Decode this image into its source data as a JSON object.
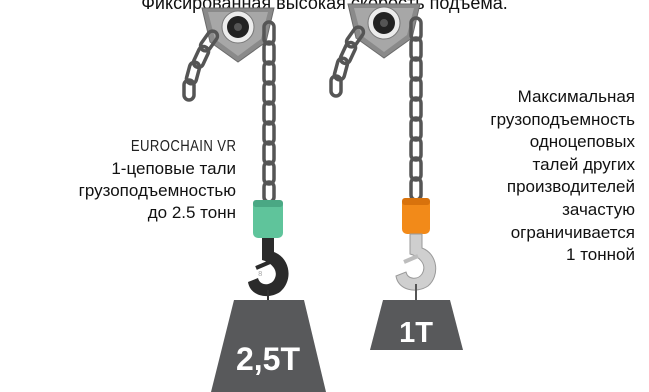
{
  "top_title": "Фиксированная высокая скорость подъема.",
  "left": {
    "brand": "EUROCHAIN VR",
    "lines": [
      "1-цеповые тали",
      "грузоподъемностью",
      "до 2.5 тонн"
    ],
    "weight": "2,5T",
    "hook_body_color": "#5fc49b"
  },
  "right": {
    "lines": [
      "Максимальная",
      "грузоподъемность",
      "одноцеповых",
      "талей других",
      "производителей",
      "зачастую",
      "ограничивается",
      "1 тонной"
    ],
    "weight": "1T",
    "hook_body_color": "#f28a19"
  },
  "colors": {
    "weight_fill": "#58595b",
    "chain": "#555555",
    "hook_dark": "#2b2b2b",
    "hook_light": "#cfcfcf"
  },
  "icons": [
    "sprocket-icon",
    "chain-icon",
    "hook-icon"
  ]
}
